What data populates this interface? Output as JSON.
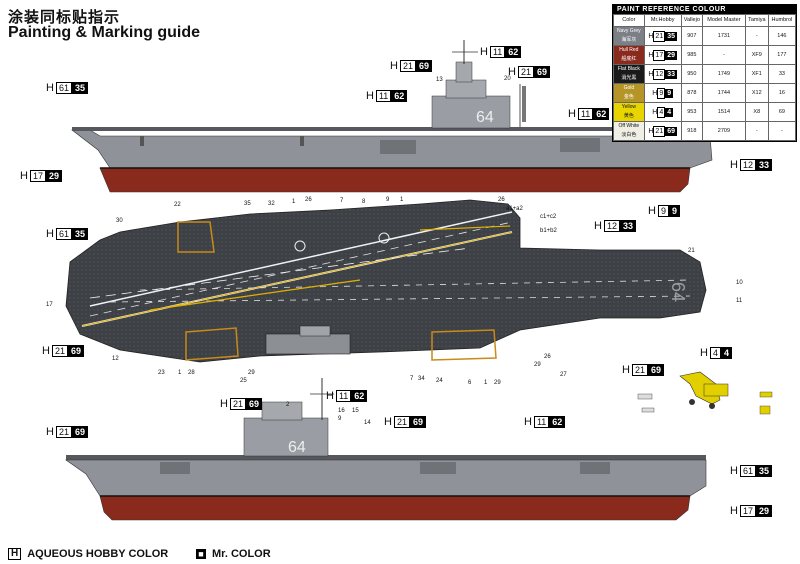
{
  "title": {
    "cn": "涂装同标贴指示",
    "en": "Painting & Marking guide"
  },
  "paint_table": {
    "header": "PAINT  REFERENCE COLOUR",
    "columns": [
      "Color",
      "Mr.Hobby",
      "Vallejo",
      "Model Master",
      "Tamiya",
      "Humbrol"
    ],
    "rows": [
      {
        "name": "Navy Grey",
        "cn": "海军灰",
        "color": "#7b7f86",
        "h": "21",
        "m": "35",
        "vallejo": "907",
        "mm": "1731",
        "tamiya": "-",
        "humbrol": "146"
      },
      {
        "name": "Hull Red",
        "cn": "船底红",
        "color": "#8a2a1d",
        "h": "17",
        "m": "29",
        "vallejo": "985",
        "mm": "-",
        "tamiya": "XF9",
        "humbrol": "177"
      },
      {
        "name": "Flat Black",
        "cn": "消光黑",
        "color": "#1a1a1a",
        "h": "12",
        "m": "33",
        "vallejo": "950",
        "mm": "1749",
        "tamiya": "XF1",
        "humbrol": "33"
      },
      {
        "name": "Gold",
        "cn": "金色",
        "color": "#b59527",
        "h": "9",
        "m": "9",
        "vallejo": "878",
        "mm": "1744",
        "tamiya": "X12",
        "humbrol": "16"
      },
      {
        "name": "Yellow",
        "cn": "黄色",
        "color": "#e7d400",
        "h": "4",
        "m": "4",
        "vallejo": "953",
        "mm": "1514",
        "tamiya": "X8",
        "humbrol": "69"
      },
      {
        "name": "Off White",
        "cn": "淡白色",
        "color": "#efefe6",
        "h": "21",
        "m": "69",
        "vallejo": "918",
        "mm": "2709",
        "tamiya": "-",
        "humbrol": "-"
      }
    ]
  },
  "codes": [
    {
      "id": "c1",
      "h": "11",
      "m": "62"
    },
    {
      "id": "c2",
      "h": "21",
      "m": "69"
    },
    {
      "id": "c3",
      "h": "61",
      "m": "35"
    },
    {
      "id": "c4",
      "h": "11",
      "m": "62"
    },
    {
      "id": "c5",
      "h": "21",
      "m": "69"
    },
    {
      "id": "c6",
      "h": "11",
      "m": "62"
    },
    {
      "id": "c7",
      "h": "12",
      "m": "33"
    },
    {
      "id": "c8",
      "h": "17",
      "m": "29"
    },
    {
      "id": "c9",
      "h": "9",
      "m": "9"
    },
    {
      "id": "c10",
      "h": "61",
      "m": "35"
    },
    {
      "id": "c11",
      "h": "12",
      "m": "33"
    },
    {
      "id": "c12",
      "h": "21",
      "m": "69"
    },
    {
      "id": "c13",
      "h": "21",
      "m": "69"
    },
    {
      "id": "c14",
      "h": "4",
      "m": "4"
    },
    {
      "id": "c15",
      "h": "21",
      "m": "69"
    },
    {
      "id": "c16",
      "h": "11",
      "m": "62"
    },
    {
      "id": "c17",
      "h": "21",
      "m": "69"
    },
    {
      "id": "c18",
      "h": "21",
      "m": "69"
    },
    {
      "id": "c19",
      "h": "11",
      "m": "62"
    },
    {
      "id": "c20",
      "h": "61",
      "m": "35"
    },
    {
      "id": "c21",
      "h": "17",
      "m": "29"
    }
  ],
  "hull_number": "64",
  "part_labels": [
    "13",
    "20",
    "22",
    "35",
    "32",
    "1",
    "26",
    "7",
    "8",
    "9",
    "1",
    "26",
    "a1+a2",
    "c1+c2",
    "b1+b2",
    "21",
    "30",
    "10",
    "11",
    "17",
    "12",
    "23",
    "1",
    "28",
    "25",
    "29",
    "29",
    "26",
    "7",
    "34",
    "24",
    "6",
    "1",
    "29",
    "27",
    "2",
    "16",
    "15",
    "14",
    "9"
  ],
  "legend": {
    "aqueous_key": "H",
    "aqueous": "AQUEOUS HOBBY COLOR",
    "mr_key": "■",
    "mr": "Mr. COLOR"
  }
}
